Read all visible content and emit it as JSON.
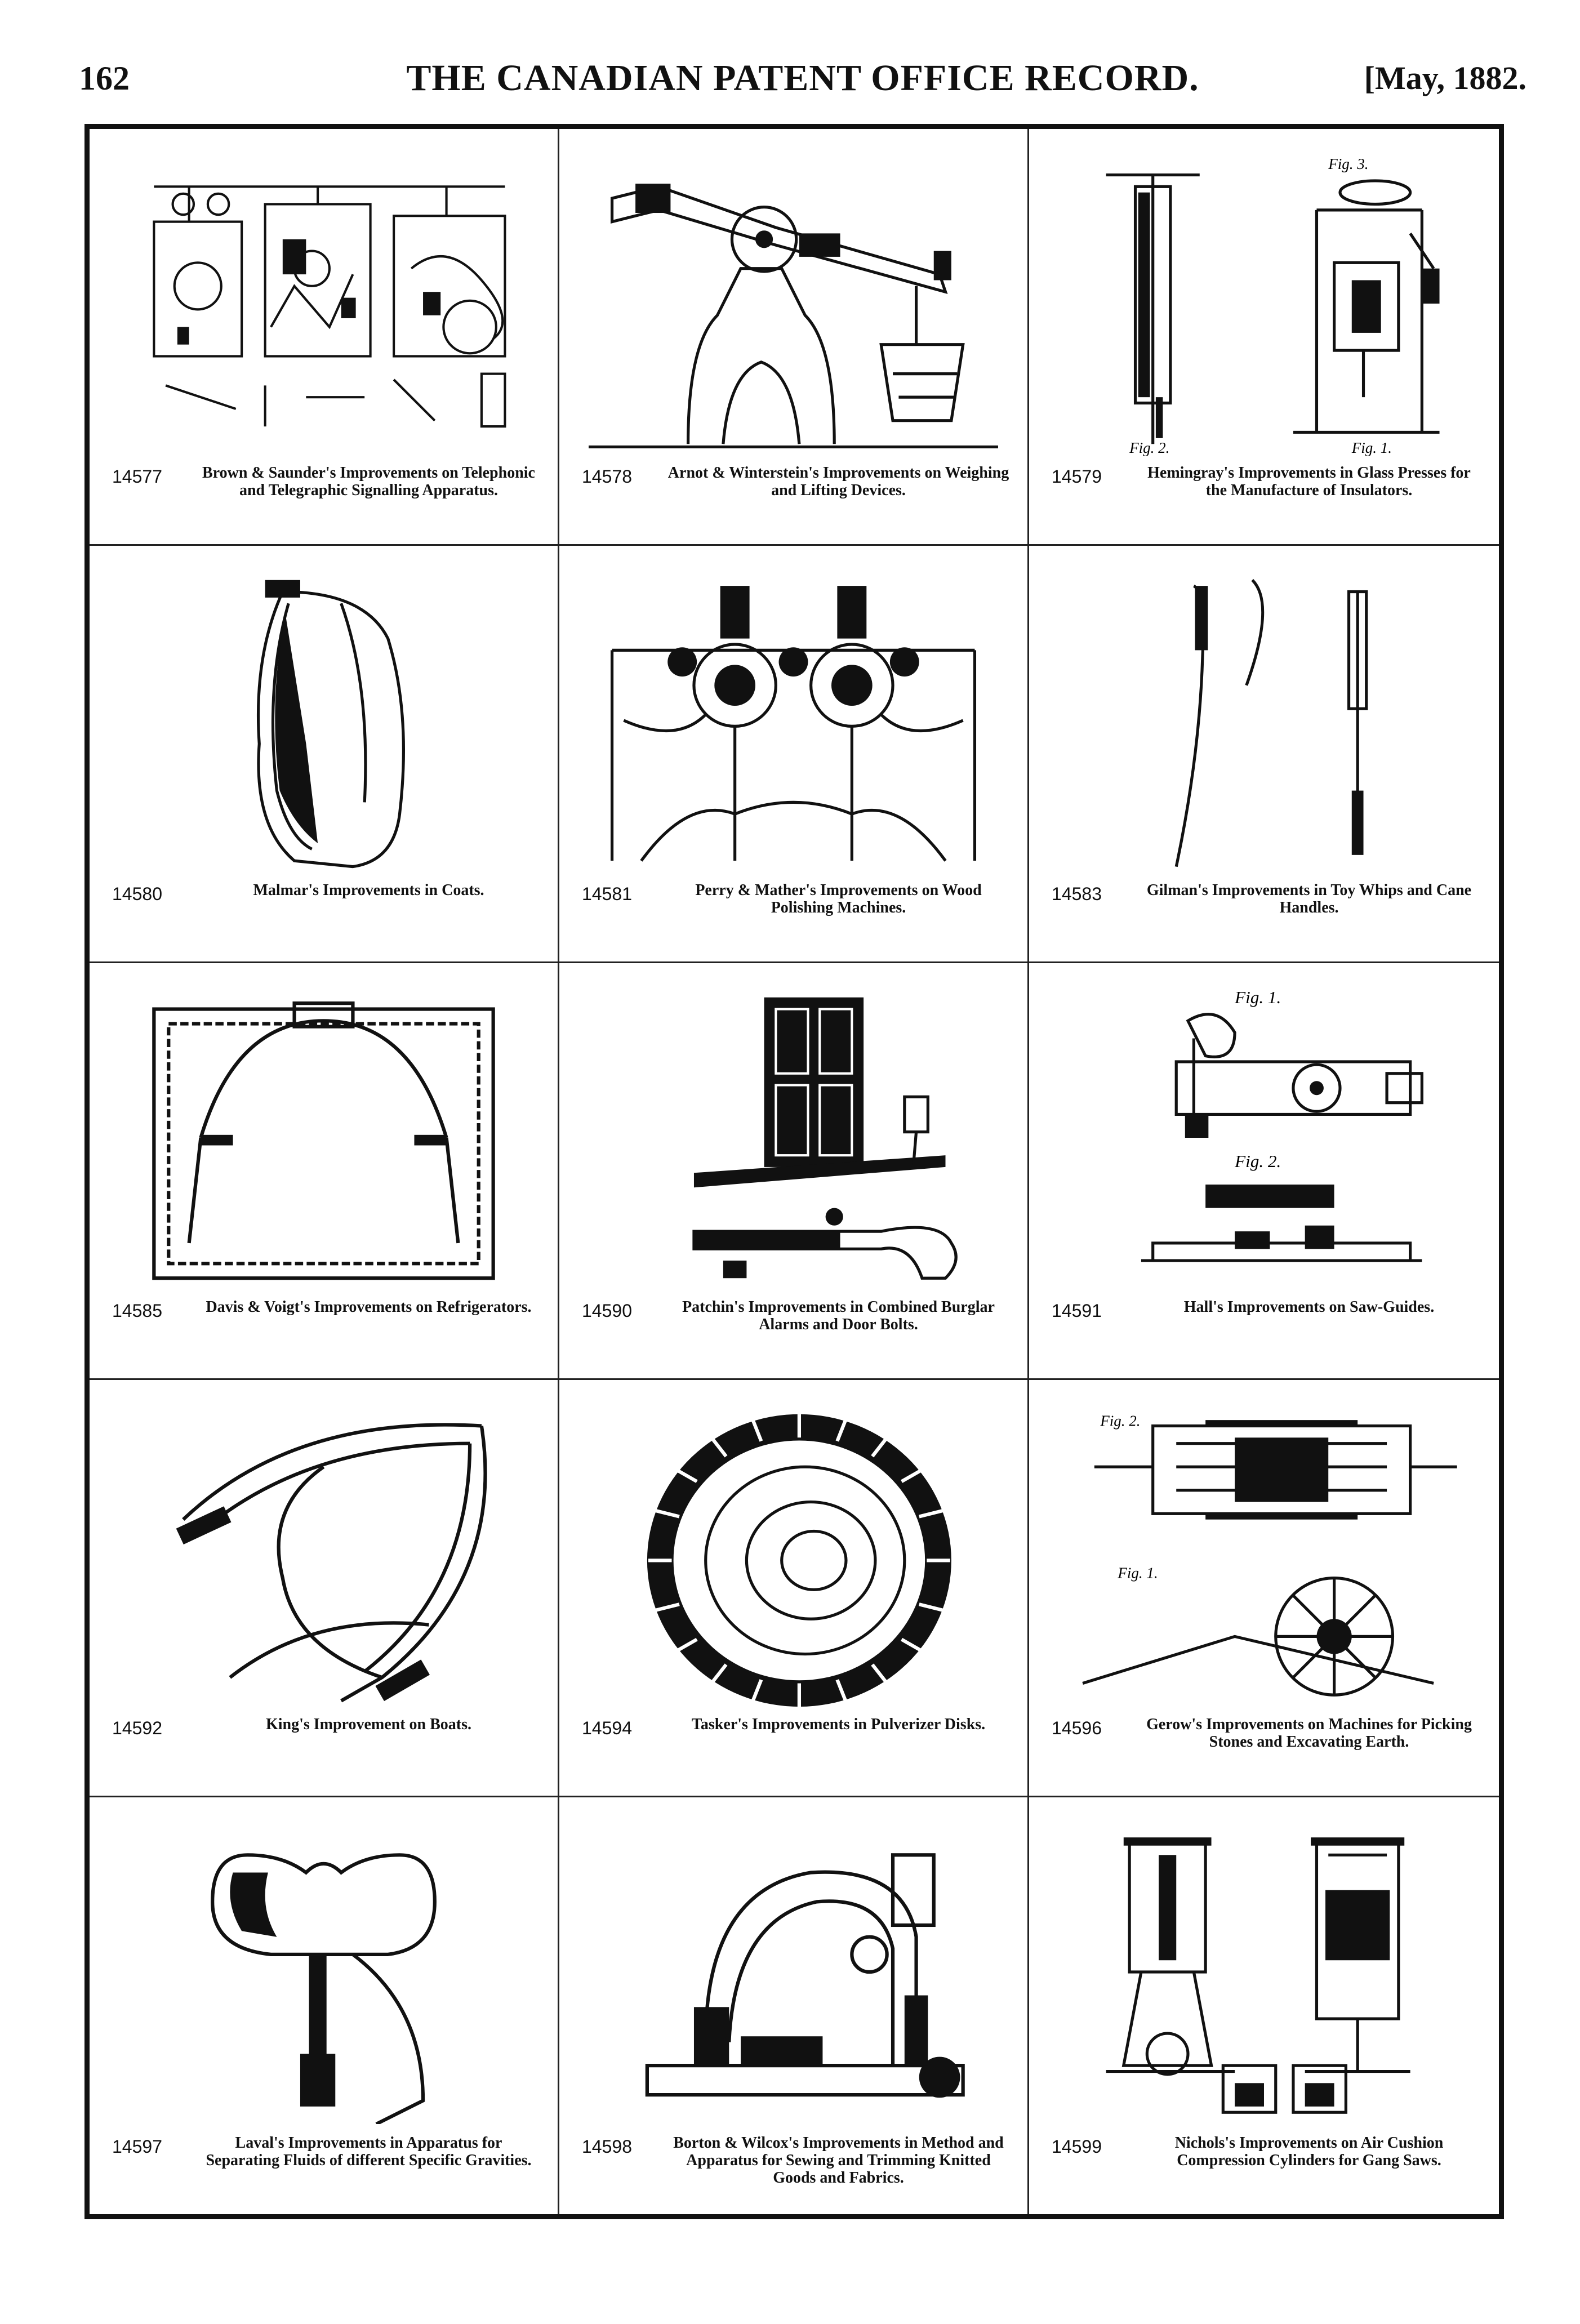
{
  "header": {
    "page_number": "162",
    "publication_title": "THE CANADIAN PATENT OFFICE RECORD.",
    "issue_date": "[May, 1882."
  },
  "patents": [
    {
      "number": "14577",
      "caption": "Brown & Saunder's Improvements on Telephonic and Telegraphic Signalling Apparatus.",
      "figure": "telephone-circuit-diagram"
    },
    {
      "number": "14578",
      "caption": "Arnot & Winterstein's Improvements on Weighing and Lifting Devices.",
      "figure": "weighing-lever-device"
    },
    {
      "number": "14579",
      "caption": "Hemingray's Improvements in Glass Presses for the Manufacture of Insulators.",
      "figure": "glass-press"
    },
    {
      "number": "14580",
      "caption": "Malmar's Improvements in Coats.",
      "figure": "coat-garment"
    },
    {
      "number": "14581",
      "caption": "Perry & Mather's Improvements on Wood Polishing Machines.",
      "figure": "polishing-machine"
    },
    {
      "number": "14583",
      "caption": "Gilman's Improvements in Toy Whips and Cane Handles.",
      "figure": "toy-whip"
    },
    {
      "number": "14585",
      "caption": "Davis & Voigt's Improvements on Refrigerators.",
      "figure": "refrigerator-section"
    },
    {
      "number": "14590",
      "caption": "Patchin's Improvements in Combined Burglar Alarms and Door Bolts.",
      "figure": "door-bolt-alarm"
    },
    {
      "number": "14591",
      "caption": "Hall's Improvements on Saw-Guides.",
      "figure": "saw-guide"
    },
    {
      "number": "14592",
      "caption": "King's Improvement on Boats.",
      "figure": "boat-frame"
    },
    {
      "number": "14594",
      "caption": "Tasker's Improvements in Pulverizer Disks.",
      "figure": "pulverizer-disk"
    },
    {
      "number": "14596",
      "caption": "Gerow's Improvements on Machines for Picking Stones and Excavating Earth.",
      "figure": "stone-picking-machine"
    },
    {
      "number": "14597",
      "caption": "Laval's Improvements in Apparatus for Separating Fluids of different Specific Gravities.",
      "figure": "fluid-separator"
    },
    {
      "number": "14598",
      "caption": "Borton & Wilcox's Improvements in Method and Apparatus for Sewing and Trimming Knitted Goods and Fabrics.",
      "figure": "sewing-machine"
    },
    {
      "number": "14599",
      "caption": "Nichols's Improvements on Air Cushion Compression Cylinders for Gang Saws.",
      "figure": "compression-cylinders"
    }
  ],
  "figure_labels": {
    "fig1": "Fig. 1.",
    "fig2": "Fig. 2.",
    "fig3": "Fig. 3."
  }
}
